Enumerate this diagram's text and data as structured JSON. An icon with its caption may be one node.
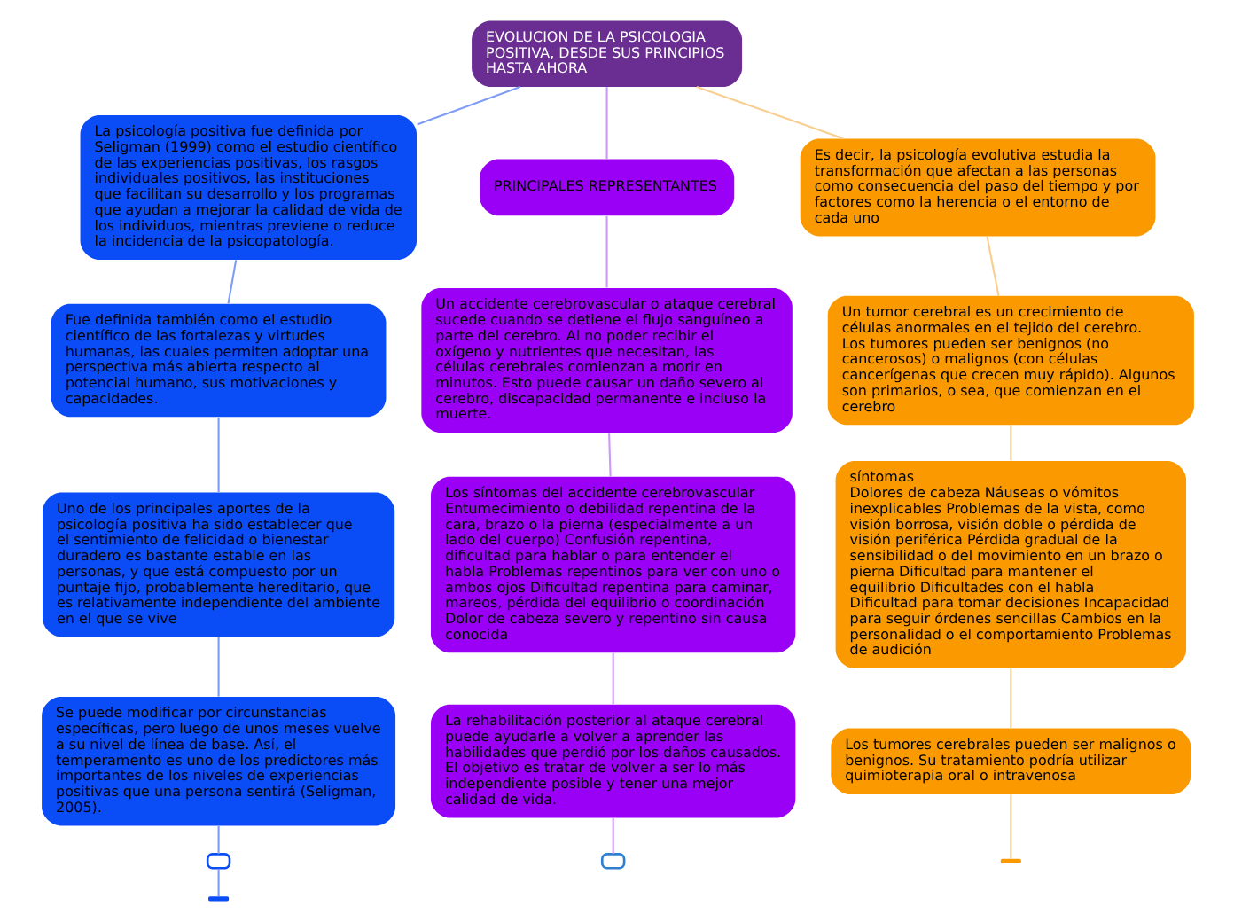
{
  "diagram": {
    "nodes": [
      {
        "text": [
          "EVOLUCION DE LA PSICOLOGIA POSITIVA, DESDE SUS PRINCIPIOS HASTA AHORA"
        ]
      },
      {
        "text": [
          "La psicología positiva fue definida por Seligman (1999) como el estudio científico de las experiencias positivas, los rasgos individuales positivos, las instituciones que facilitan su desarrollo y los programas que ayudan a mejorar la calidad de vida de los individuos, mientras previene o reduce la incidencia de la psicopatología."
        ]
      },
      {
        "text": [
          "Fue definida también como el estudio científico de las fortalezas y virtudes humanas, las cuales permiten adoptar una perspectiva más abierta respecto al potencial humano, sus motivaciones y capacidades."
        ]
      },
      {
        "text": [
          "Uno de los principales aportes de la psicología positiva ha sido establecer que el sentimiento de felicidad o bienestar duradero es bastante estable en las personas, y que está compuesto por un puntaje fijo, probablemente hereditario, que es relativamente independiente del ambiente en el que se vive"
        ]
      },
      {
        "text": [
          "Se puede modificar por circunstancias específicas, pero luego de unos meses vuelve a su nivel de línea de base. Así, el temperamento es uno de los predictores más importantes de los niveles de experiencias positivas que una persona sentirá (Seligman, 2005)."
        ]
      },
      {
        "text": [],
        "shape": "box"
      },
      {
        "text": [],
        "shape": "bar"
      },
      {
        "text": [
          "PRINCIPALES REPRESENTANTES"
        ]
      },
      {
        "text": [
          "Un accidente cerebrovascular o ataque cerebral sucede cuando se detiene el flujo sanguíneo a parte del cerebro. Al no poder recibir el oxígeno y nutrientes que necesitan, las células cerebrales comienzan a morir en minutos. Esto puede causar un daño severo al cerebro, discapacidad permanente e incluso la muerte."
        ]
      },
      {
        "text": [
          "Los síntomas del accidente cerebrovascular",
          "Entumecimiento o debilidad repentina de la cara, brazo o la pierna (especialmente a un lado del cuerpo) Confusión repentina, dificultad para hablar o para entender el habla Problemas repentinos para ver con uno o ambos ojos Dificultad repentina para caminar, mareos, pérdida del equilibrio o coordinación Dolor de cabeza severo y repentino sin causa conocida"
        ]
      },
      {
        "text": [
          "La rehabilitación posterior al ataque cerebral puede ayudarle a volver a aprender las habilidades que perdió por los daños causados. El objetivo es tratar de volver a ser lo más independiente posible y tener una mejor calidad de vida."
        ]
      },
      {
        "text": [],
        "shape": "box"
      },
      {
        "text": [
          "Es decir, la psicología evolutiva estudia la transformación que afectan a las personas como consecuencia del paso del tiempo y por factores como la herencia o el entorno de cada uno"
        ]
      },
      {
        "text": [
          "Un tumor cerebral es un crecimiento de células anormales en el tejido del cerebro. Los tumores pueden ser benignos (no cancerosos) o malignos (con células cancerígenas que crecen muy rápido). Algunos son primarios, o sea, que comienzan en el cerebro"
        ]
      },
      {
        "text": [
          "síntomas",
          "Dolores de cabeza Náuseas o vómitos inexplicables Problemas de la vista, como visión borrosa, visión doble o pérdida de visión periférica Pérdida gradual de la sensibilidad o del movimiento en un brazo o pierna Dificultad para mantener el equilibrio Dificultades con el habla Dificultad para tomar decisiones Incapacidad para seguir órdenes sencillas Cambios en la personalidad o el comportamiento Problemas de audición"
        ]
      },
      {
        "text": [
          "Los tumores cerebrales pueden ser malignos o benignos. Su tratamiento podría utilizar quimioterapia oral o intravenosa"
        ]
      },
      {
        "text": [],
        "shape": "bar"
      }
    ],
    "edges": [
      {
        "from": 0,
        "to": 1,
        "arrow": "none",
        "color": "#7f9cf5"
      },
      {
        "from": 1,
        "to": 2,
        "arrow": "none",
        "color": "#7f9cf5"
      },
      {
        "from": 2,
        "to": 3,
        "arrow": "none",
        "color": "#7f9cf5"
      },
      {
        "from": 3,
        "to": 4,
        "arrow": "none",
        "color": "#7f9cf5"
      },
      {
        "from": 4,
        "to": 5,
        "arrow": "none",
        "color": "#7f9cf5"
      },
      {
        "from": 5,
        "to": 6,
        "arrow": "none",
        "color": "#7f9cf5"
      },
      {
        "from": 0,
        "to": 7,
        "arrow": "none",
        "color": "#cc99f5"
      },
      {
        "from": 7,
        "to": 8,
        "arrow": "none",
        "color": "#cc99f5"
      },
      {
        "from": 8,
        "to": 9,
        "arrow": "none",
        "color": "#cc99f5"
      },
      {
        "from": 9,
        "to": 10,
        "arrow": "none",
        "color": "#cc99f5"
      },
      {
        "from": 10,
        "to": 11,
        "arrow": "none",
        "color": "#cc99f5"
      },
      {
        "from": 0,
        "to": 12,
        "arrow": "none",
        "color": "#f8cf8f"
      },
      {
        "from": 12,
        "to": 13,
        "arrow": "none",
        "color": "#f8cf8f"
      },
      {
        "from": 13,
        "to": 14,
        "arrow": "none",
        "color": "#f8cf8f"
      },
      {
        "from": 14,
        "to": 15,
        "arrow": "none",
        "color": "#f8cf8f"
      },
      {
        "from": 15,
        "to": 16,
        "arrow": "none",
        "color": "#f8cf8f"
      }
    ]
  }
}
